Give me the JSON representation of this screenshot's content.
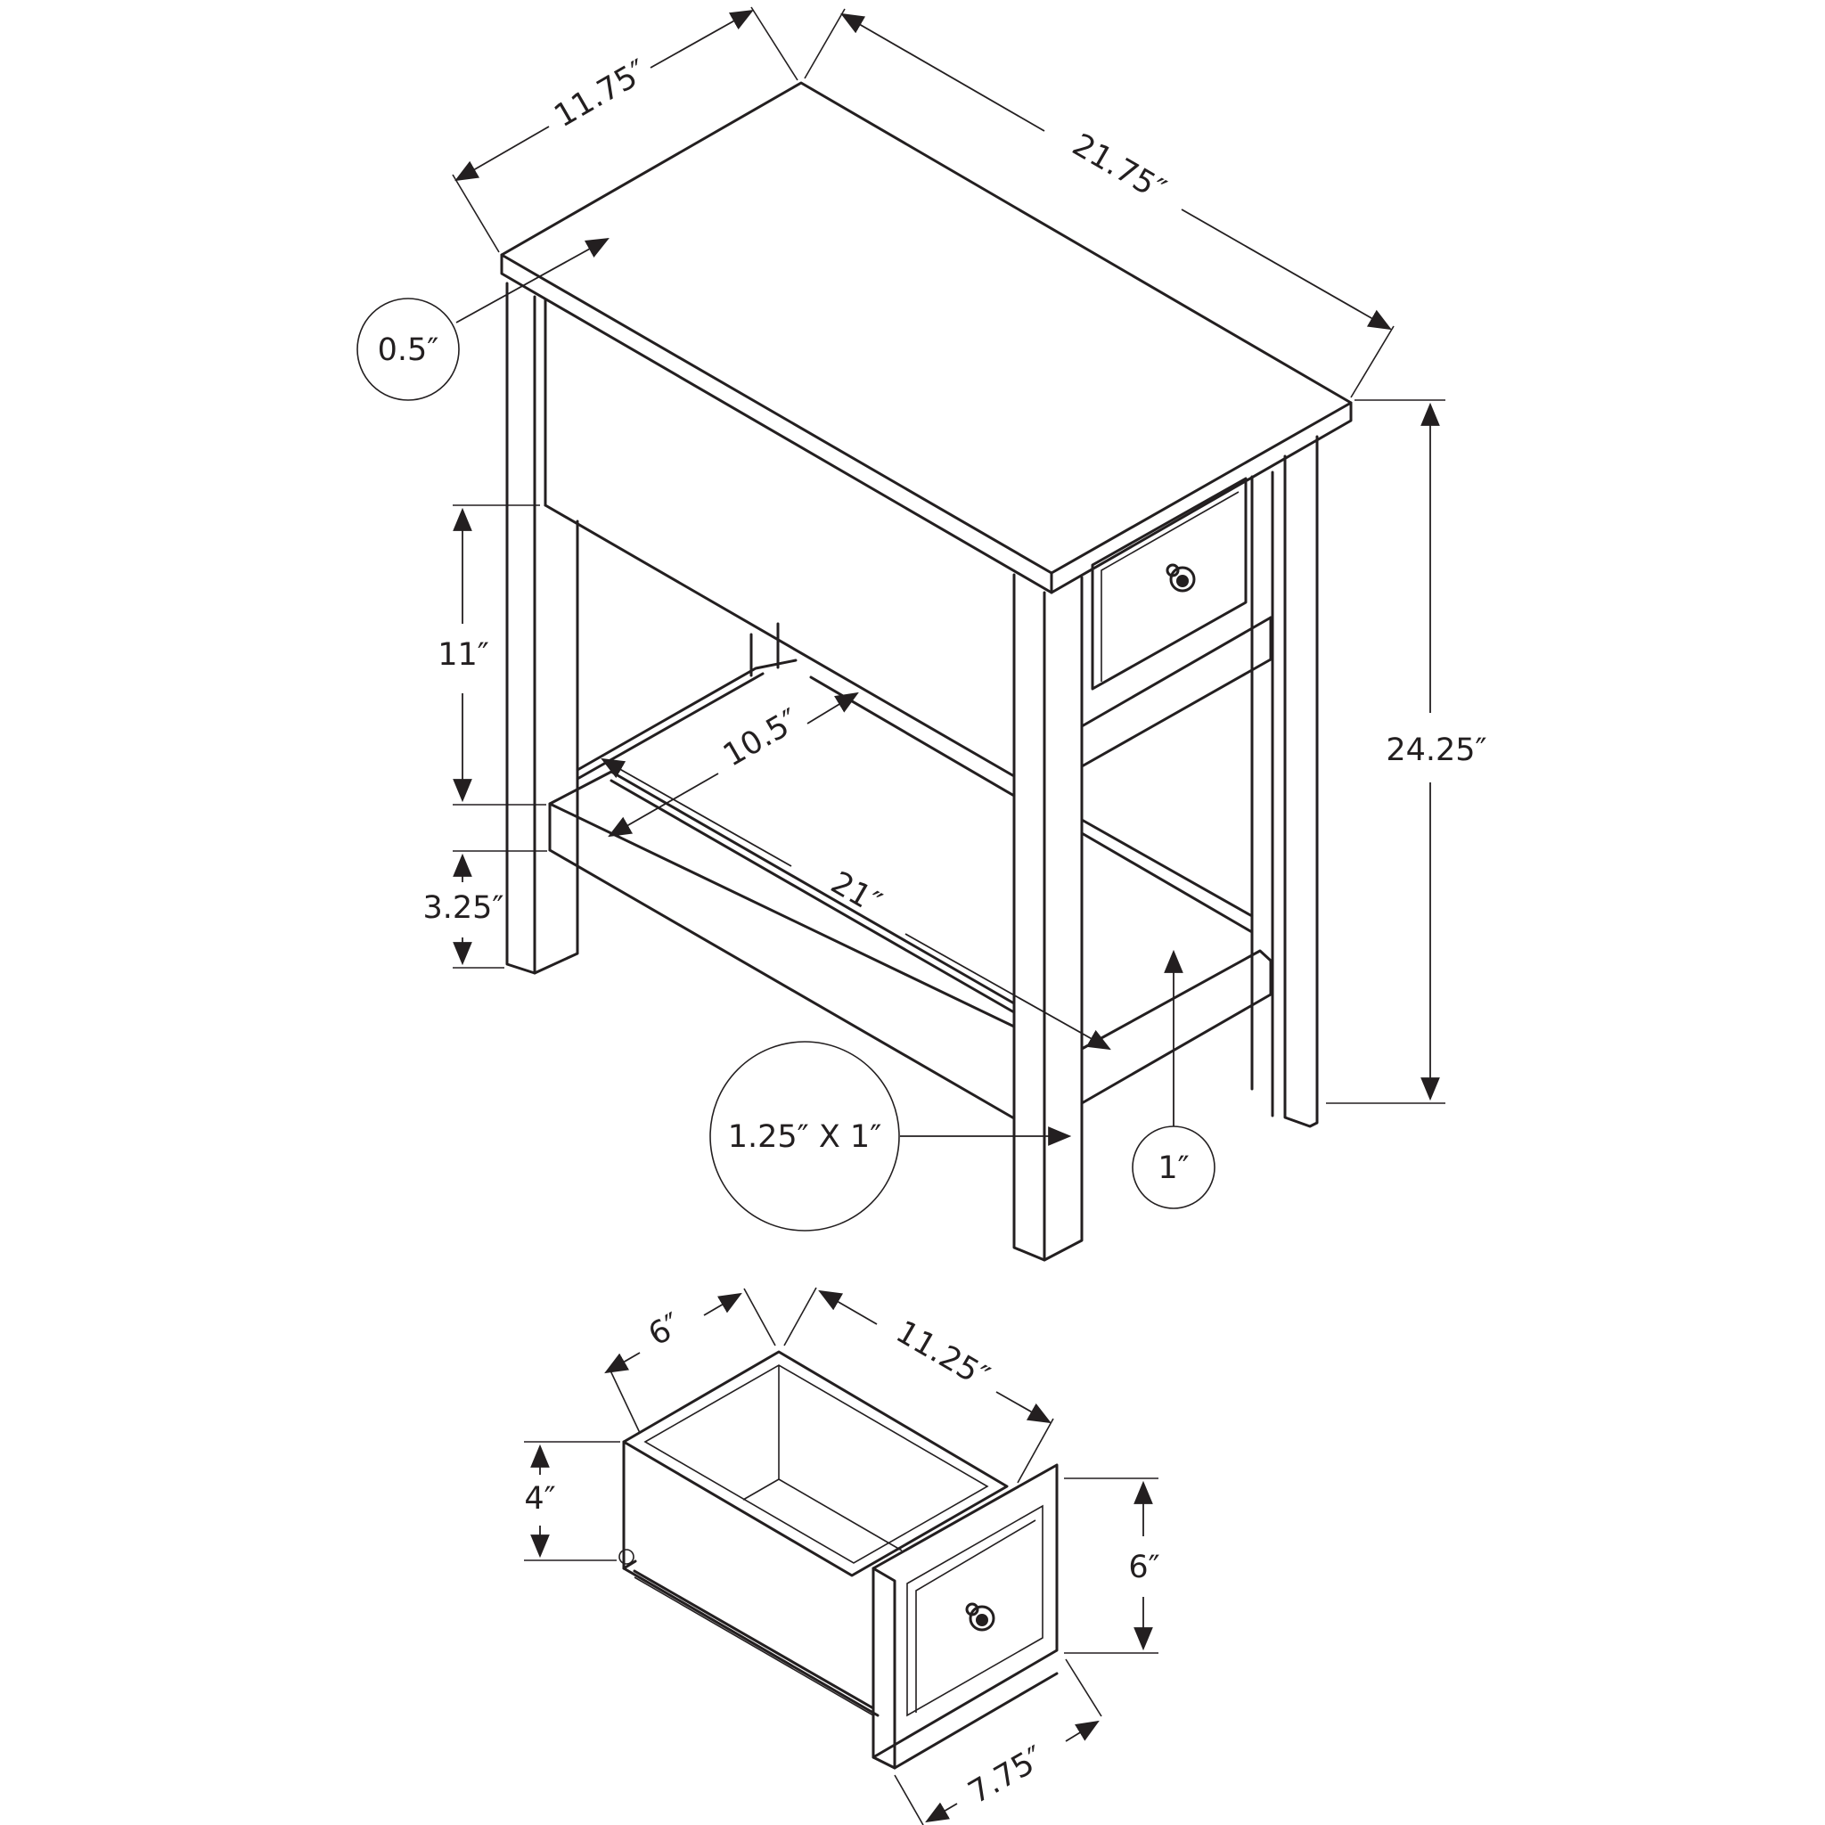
{
  "colors": {
    "line": "#231f20",
    "background": "#ffffff"
  },
  "table": {
    "depth_label": "11.75″",
    "width_label": "21.75″",
    "top_thickness_label": "0.5″",
    "apron_height_label": "11″",
    "shelf_depth_label": "10.5″",
    "shelf_width_label": "21″",
    "shelf_clearance_label": "3.25″",
    "overall_height_label": "24.25″",
    "leg_section_label": "1.25″ X 1″",
    "shelf_thickness_label": "1″"
  },
  "drawer": {
    "depth_label": "6″",
    "length_label": "11.25″",
    "box_height_label": "4″",
    "front_height_label": "6″",
    "front_width_label": "7.75″"
  }
}
